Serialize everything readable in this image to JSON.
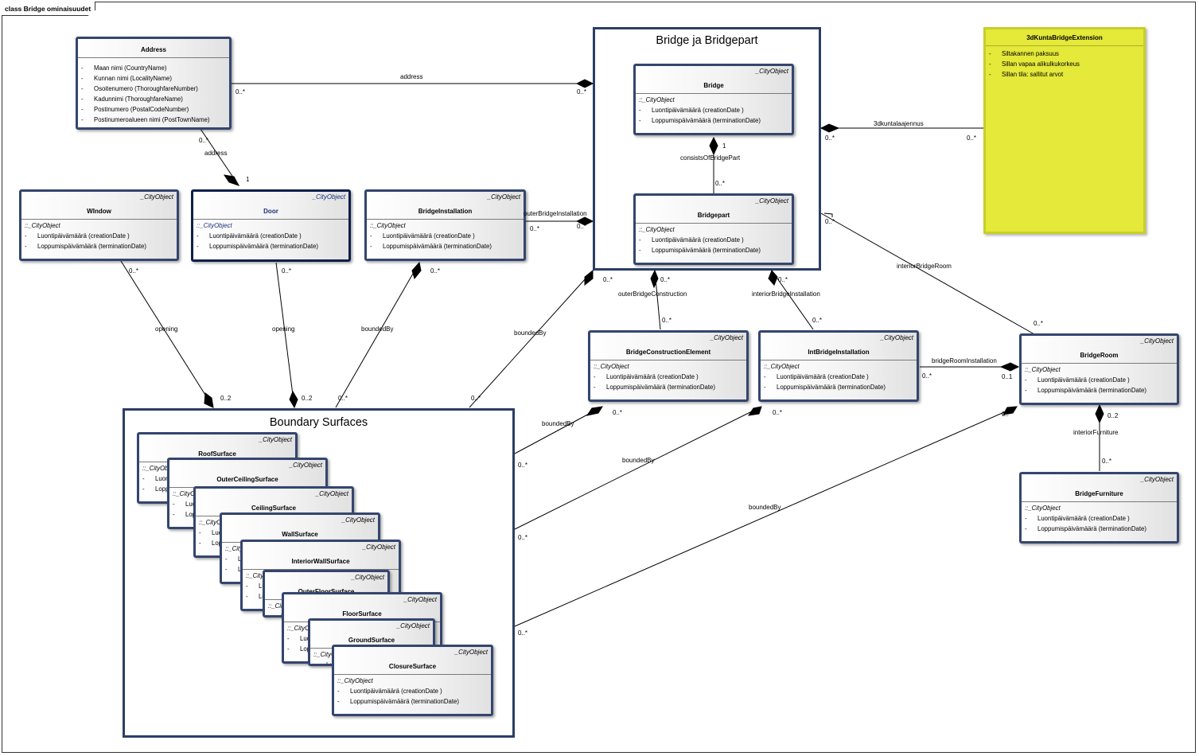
{
  "diagram_title": "class Bridge ominaisuudet",
  "packages": {
    "bridge": "Bridge ja Bridgepart",
    "boundary": "Boundary Surfaces"
  },
  "classes": {
    "address": {
      "name": "Address",
      "attrs": [
        "Maan nimi (CountryName)",
        "Kunnan nimi (LocalityName)",
        "Osoitenumero (ThoroughfareNumber)",
        "Kadunnimi (ThoroughfareName)",
        "Postinumero (PostalCodeNumber)",
        "Postinumeroalueen nimi (PostTownName)"
      ]
    },
    "window": {
      "stereo": "_CityObject",
      "name": "WIndow",
      "inh": "::_CityObject",
      "attrs": [
        "Luontipäivämäärä (creationDate )",
        "Loppumispäivämäärä (terminationDate)"
      ]
    },
    "door": {
      "stereo": "_CityObject",
      "name": "Door",
      "inh": "::_CityObject",
      "attrs": [
        "Luontipäivämäärä (creationDate )",
        "Loppumispäivämäärä (terminationDate)"
      ]
    },
    "bridgeinstallation": {
      "stereo": "_CityObject",
      "name": "BridgeInstallation",
      "inh": "::_CityObject",
      "attrs": [
        "Luontipäivämäärä (creationDate )",
        "Loppumispäivämäärä (terminationDate)"
      ]
    },
    "bridge": {
      "stereo": "_CityObject",
      "name": "Bridge",
      "inh": "::_CityObject",
      "attrs": [
        "Luontipäivämäärä (creationDate )",
        "Loppumispäivämäärä (terminationDate)"
      ]
    },
    "bridgepart": {
      "stereo": "_CityObject",
      "name": "Bridgepart",
      "inh": "::_CityObject",
      "attrs": [
        "Luontipäivämäärä (creationDate )",
        "Loppumispäivämäärä (terminationDate)"
      ]
    },
    "bce": {
      "stereo": "_CityObject",
      "name": "BridgeConstructionElement",
      "inh": "::_CityObject",
      "attrs": [
        "Luontipäivämäärä (creationDate )",
        "Loppumispäivämäärä (terminationDate)"
      ]
    },
    "intbi": {
      "stereo": "_CityObject",
      "name": "IntBridgeInstallation",
      "inh": "::_CityObject",
      "attrs": [
        "Luontipäivämäärä (creationDate )",
        "Loppumispäivämäärä (terminationDate)"
      ]
    },
    "bridgeroom": {
      "stereo": "_CityObject",
      "name": "BridgeRoom",
      "inh": "::_CityObject",
      "attrs": [
        "Luontipäivämäärä (creationDate )",
        "Loppumispäivämäärä (terminationDate)"
      ]
    },
    "bridgefurniture": {
      "stereo": "_CityObject",
      "name": "BridgeFurniture",
      "inh": "::_CityObject",
      "attrs": [
        "Luontipäivämäärä (creationDate )",
        "Loppumispäivämäärä (terminationDate)"
      ]
    },
    "roof": {
      "stereo": "_CityObject",
      "name": "RoofSurface",
      "inh": "::_CityObject",
      "attrs": [
        "Luontipäivämäärä (creationDate )",
        "Loppumispäivämäärä (terminationDate)"
      ]
    },
    "outerceiling": {
      "stereo": "_CityObject",
      "name": "OuterCeilingSurface",
      "inh": "::_CityObject",
      "attrs": [
        "Luontipäivämäärä (creationDate )",
        "Loppumispäivämäärä (terminationDate)"
      ]
    },
    "ceiling": {
      "stereo": "_CityObject",
      "name": "CeilingSurface",
      "inh": "::_CityObject",
      "attrs": [
        "Luontipäivämäärä (creationDate )",
        "Loppumispäivämäärä (terminationDate)"
      ]
    },
    "wall": {
      "stereo": "_CityObject",
      "name": "WallSurface",
      "inh": "::_CityObject",
      "attrs": [
        "Luontipäivämäärä (creationDate )",
        "Loppumispäivämäärä (terminationDate)"
      ]
    },
    "interiorwall": {
      "stereo": "_CityObject",
      "name": "InteriorWallSurface",
      "inh": "::_CityObject",
      "attrs": [
        "Luontipäivämäärä (creationDate )",
        "Loppumispäivämäärä (terminationDate)"
      ]
    },
    "outerfloor": {
      "stereo": "_CityObject",
      "name": "OuterFloorSurface",
      "inh": "::_CityObject",
      "attrs": [
        "Luontipäivämäärä (creationDate )",
        "Loppumispäivämäärä (terminationDate)"
      ]
    },
    "floor": {
      "stereo": "_CityObject",
      "name": "FloorSurface",
      "inh": "::_CityObject",
      "attrs": [
        "Luontipäivämäärä (creationDate )",
        "Loppumispäivämäärä (terminationDate)"
      ]
    },
    "ground": {
      "stereo": "_CityObject",
      "name": "GroundSurface",
      "inh": "::_CityObject",
      "attrs": [
        "Luontipäivämäärä (creationDate )",
        "Loppumispäivämäärä (terminationDate)"
      ]
    },
    "closure": {
      "stereo": "_CityObject",
      "name": "ClosureSurface",
      "inh": "::_CityObject",
      "attrs": [
        "Luontipäivämäärä (creationDate )",
        "Loppumispäivämäärä (terminationDate)"
      ]
    }
  },
  "note": {
    "name": "3dKuntaBridgeExtension",
    "attrs": [
      "Siltakannen paksuus",
      "Sillan vapaa alikulkukorkeus",
      "Sillan tila: sallitut arvot"
    ]
  },
  "attr_dash": "-",
  "labels": {
    "address_top": "address",
    "address_left": "address",
    "kunta": "3dkuntalaajennus",
    "consists": "consistsOfBridgePart",
    "outer_bi": "outerBridgeInstallation",
    "outer_bc": "outerBridgeConstruction",
    "interior_bi": "interiorBridgeInstallation",
    "interior_room": "interiorBridgeRoom",
    "room_inst": "bridgeRoomInstallation",
    "interior_furn": "interiorFurniture",
    "opening1": "opening",
    "opening2": "opening",
    "bounded1": "boundedBy",
    "bounded2": "boundedBy",
    "bounded3": "boundedBy",
    "bounded4": "boundedBy",
    "bounded5": "boundedBy"
  },
  "mult": {
    "addr_a": "0..*",
    "addr_b": "0..*",
    "addr_c": "0..*",
    "addr_d": "1",
    "kunta_a": "0..*",
    "kunta_b": "0..*",
    "cons_a": "1",
    "cons_b": "0..*",
    "obi_a": "0..*",
    "obi_b": "0..*",
    "win_a": "0..*",
    "win_b": "0..2",
    "door_a": "0..*",
    "door_b": "0..2",
    "bi_a": "0..*",
    "bi_b": "0..*",
    "b_bnd_a": "0..*",
    "b_bnd_b": "0..*",
    "obc_a": "0..*",
    "obc_b": "0..*",
    "ibi_a": "0..*",
    "ibi_b": "0..*",
    "ibr_a": "0..*",
    "ibr_b": "0..*",
    "bri_a": "0..*",
    "bri_b": "0..1",
    "furn_a": "0..2",
    "furn_b": "0..*",
    "bce_a": "0..*",
    "bce_b": "0..*",
    "intbi_a": "0..*",
    "intbi_b": "0..*",
    "room_a": "0..*",
    "room_b": "0..*"
  }
}
